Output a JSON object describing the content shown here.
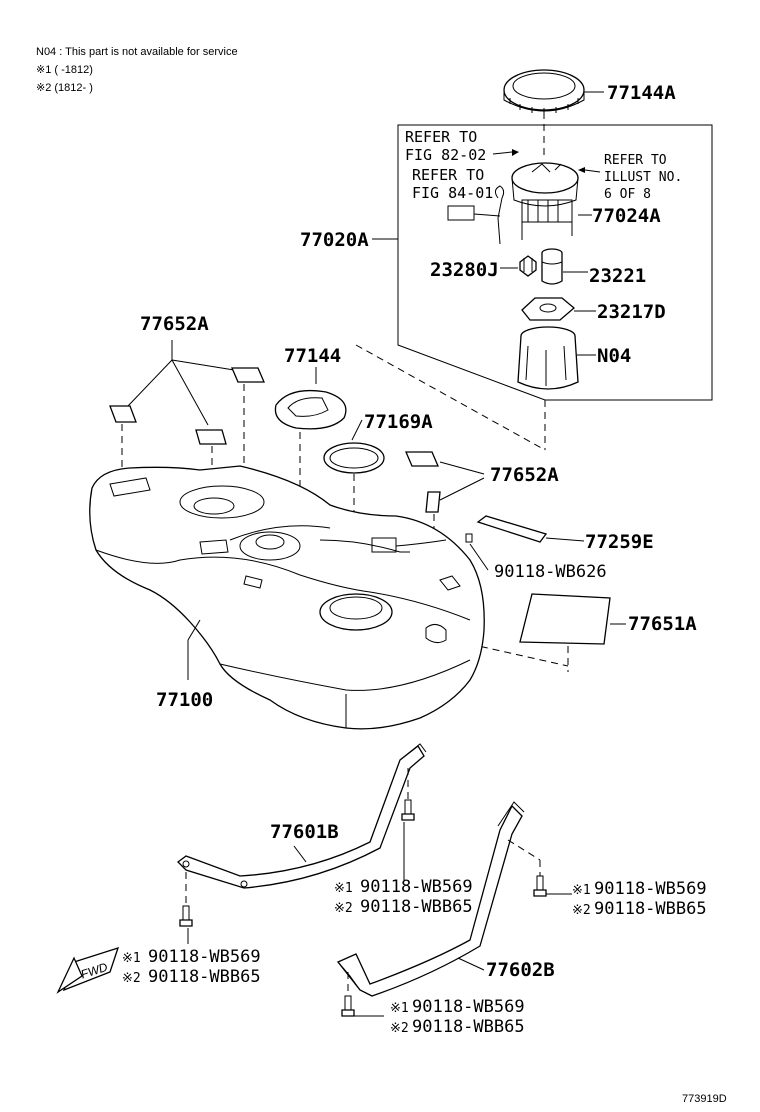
{
  "notes": {
    "line1": "N04 : This part is not available for service",
    "line2": "※1 (      -1812)",
    "line3": "※2 (1812-      )"
  },
  "refers": {
    "fig82_l1": "REFER TO",
    "fig82_l2": "FIG 82-02",
    "fig84_l1": "REFER TO",
    "fig84_l2": "FIG 84-01",
    "illust_l1": "REFER TO",
    "illust_l2": "ILLUST NO.",
    "illust_l3": "6 OF 8"
  },
  "parts": {
    "p77144A": "77144A",
    "p77020A": "77020A",
    "p77024A": "77024A",
    "p23280J": "23280J",
    "p23221": "23221",
    "p23217D": "23217D",
    "pN04": "N04",
    "p77652A_top": "77652A",
    "p77144": "77144",
    "p77169A": "77169A",
    "p77652A_right": "77652A",
    "p77259E": "77259E",
    "pWB626": "90118-WB626",
    "p77651A": "77651A",
    "p77100": "77100",
    "p77601B": "77601B",
    "p77602B": "77602B"
  },
  "bolts": {
    "mid_1": "90118-WB569",
    "mid_2": "90118-WBB65",
    "right_1": "90118-WB569",
    "right_2": "90118-WBB65",
    "left_1": "90118-WB569",
    "left_2": "90118-WBB65",
    "bottom_1": "90118-WB569",
    "bottom_2": "90118-WBB65",
    "mark1": "※1",
    "mark2": "※2"
  },
  "fwd": "FWD",
  "diagram_id": "773919D"
}
